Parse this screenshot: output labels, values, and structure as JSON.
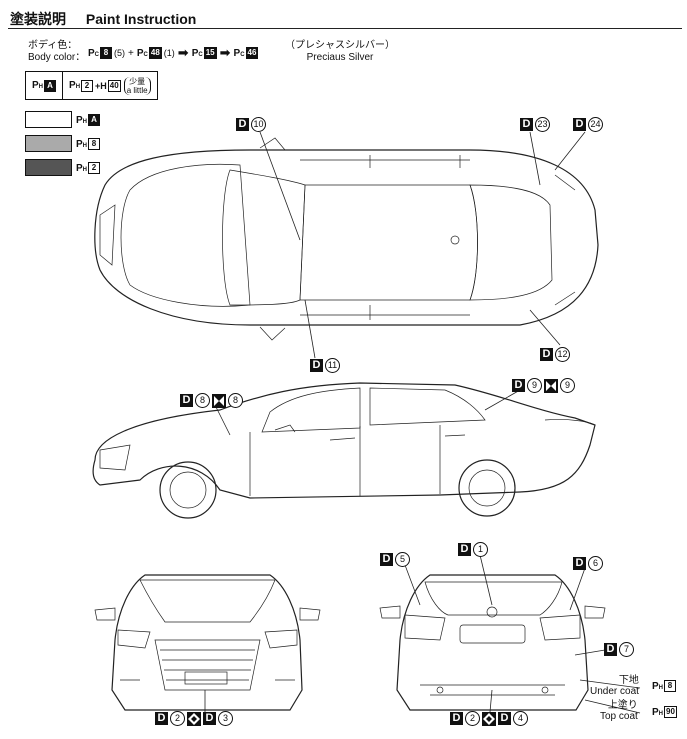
{
  "header": {
    "title_jp": "塗装説明",
    "title_en": "Paint Instruction"
  },
  "body_color": {
    "label_jp": "ボディ色：",
    "label_en": "Body color：",
    "steps": [
      {
        "prefix": "C",
        "code": "8",
        "solid": true,
        "amount": "(5)",
        "joiner": "+"
      },
      {
        "prefix": "C",
        "code": "48",
        "solid": true,
        "amount": "(1)",
        "joiner": ""
      },
      {
        "prefix": "C",
        "code": "15",
        "solid": true,
        "amount": "",
        "joiner": ""
      },
      {
        "prefix": "C",
        "code": "46",
        "solid": true,
        "amount": "",
        "joiner": ""
      }
    ],
    "name_jp": "（プレシャスシルバー）",
    "name_en": "Preciaus Silver"
  },
  "mix_box": {
    "cell1": {
      "prefix": "H",
      "code": "A"
    },
    "cell2": {
      "prefix": "H",
      "code": "2",
      "plus": "+H",
      "code2": "40",
      "note_jp": "少量",
      "note_en": "a little"
    }
  },
  "swatches": [
    {
      "prefix": "H",
      "code": "A",
      "solid": true,
      "color": "#ffffff"
    },
    {
      "prefix": "H",
      "code": "8",
      "solid": false,
      "color": "#aaaaaa"
    },
    {
      "prefix": "H",
      "code": "2",
      "solid": false,
      "color": "#555555"
    }
  ],
  "decals": {
    "top_d10": {
      "letter": "D",
      "num": "10"
    },
    "top_d23": {
      "letter": "D",
      "num": "23"
    },
    "top_d24": {
      "letter": "D",
      "num": "24"
    },
    "top_d11": {
      "letter": "D",
      "num": "11"
    },
    "top_d12": {
      "letter": "D",
      "num": "12"
    },
    "side_d8": {
      "letter": "D",
      "num": "8",
      "num2": "8"
    },
    "side_d9": {
      "letter": "D",
      "num": "9",
      "num2": "9"
    },
    "rear_d1": {
      "letter": "D",
      "num": "1"
    },
    "rear_d5": {
      "letter": "D",
      "num": "5"
    },
    "rear_d6": {
      "letter": "D",
      "num": "6"
    },
    "rear_d7": {
      "letter": "D",
      "num": "7"
    },
    "front_d2_3": {
      "letter": "D",
      "num": "2",
      "num2": "3"
    },
    "rear_d2_4": {
      "letter": "D",
      "num": "2",
      "num2": "4"
    }
  },
  "coats": {
    "under_jp": "下地",
    "under_en": "Under coat",
    "under_prefix": "H",
    "under_code": "8",
    "top_jp": "上塗り",
    "top_en": "Top coat",
    "top_prefix": "H",
    "top_code": "90"
  }
}
